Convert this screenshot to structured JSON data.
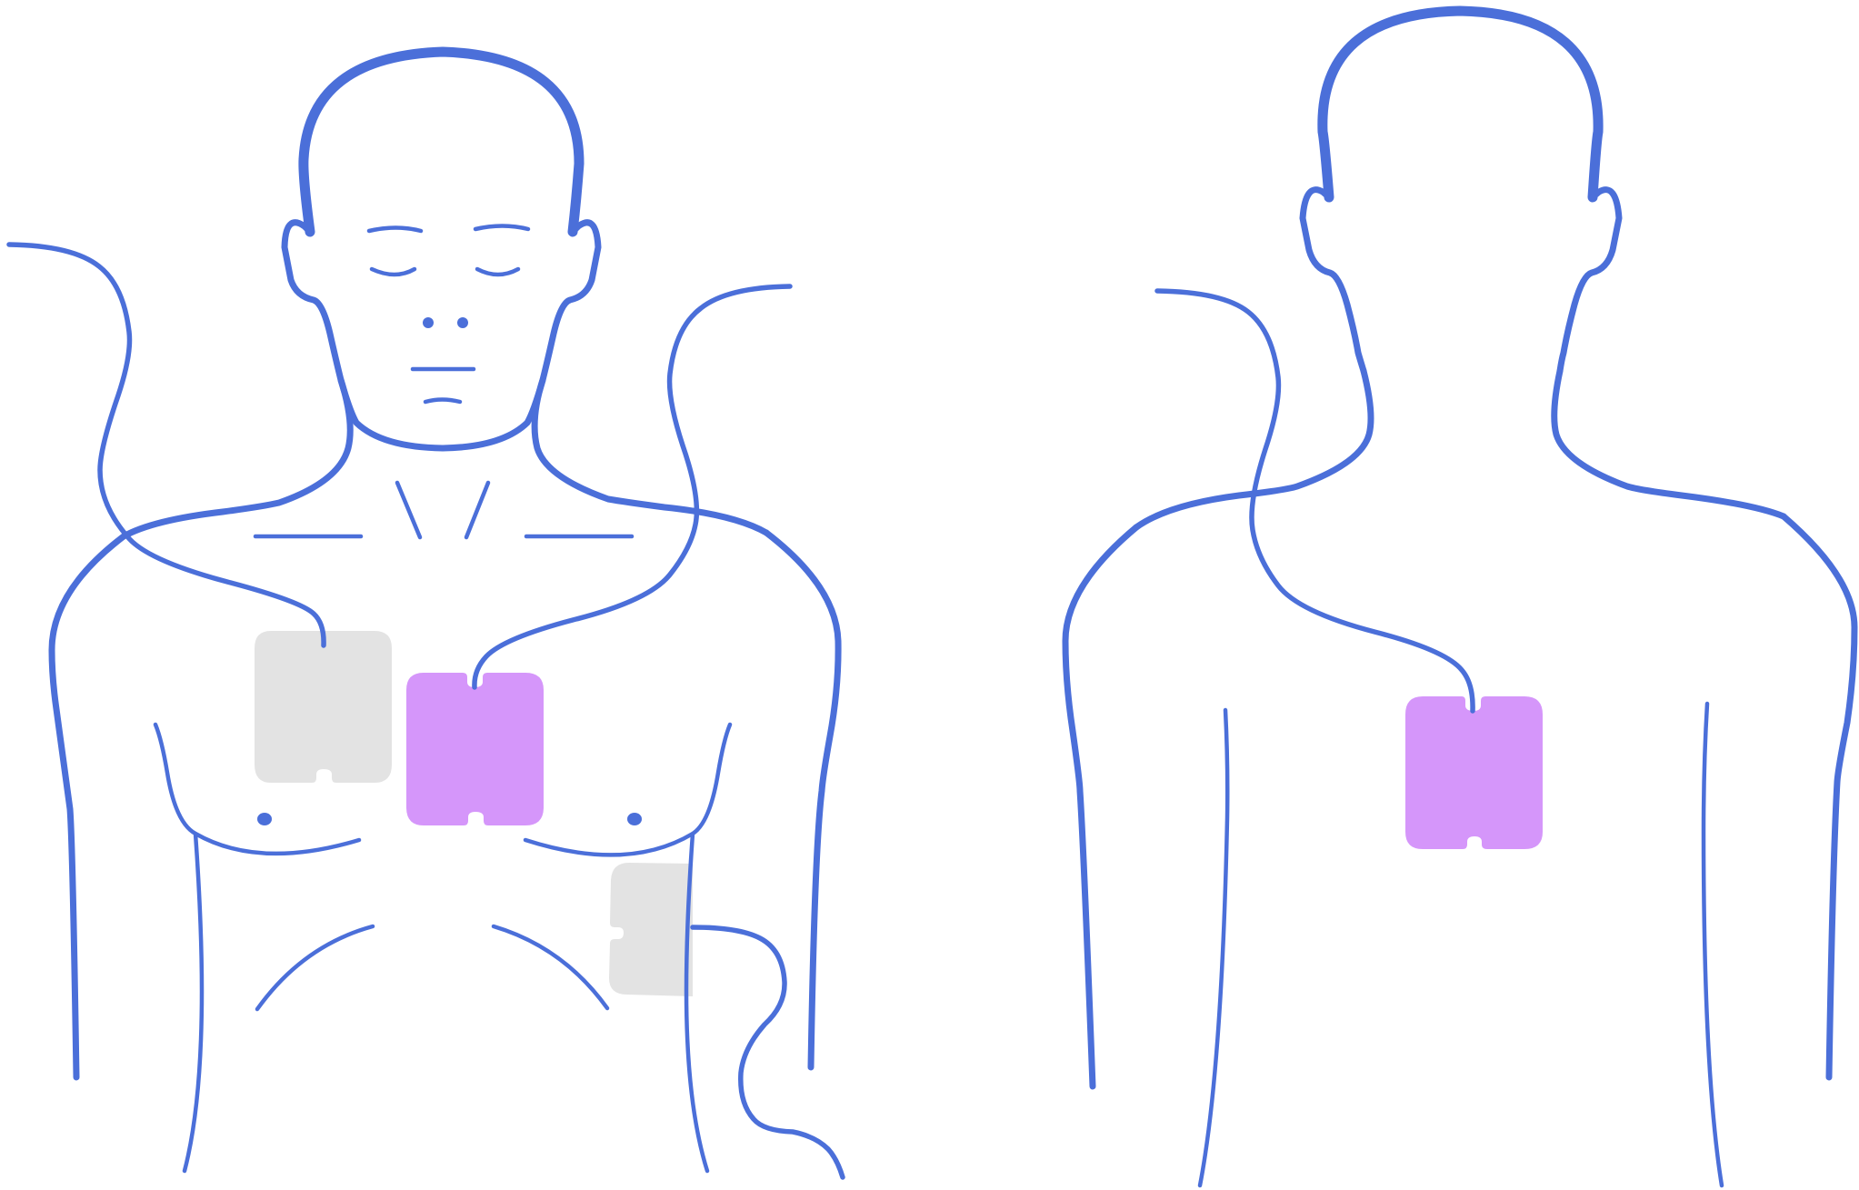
{
  "figure": {
    "views": [
      "front",
      "back"
    ]
  },
  "colors": {
    "outline": "#4B6FD9",
    "pad_active": "#D596FA",
    "pad_inactive": "#E3E3E3",
    "background": "#FFFFFF"
  },
  "icons": {
    "front_view": "front-torso-icon",
    "back_view": "back-torso-icon",
    "pad": "electrode-pad-icon",
    "lead_wire": "lead-wire-icon"
  },
  "pads": {
    "front_upper_right": "inactive",
    "front_center": "active",
    "front_lower_left_side": "inactive",
    "back_center": "active"
  }
}
